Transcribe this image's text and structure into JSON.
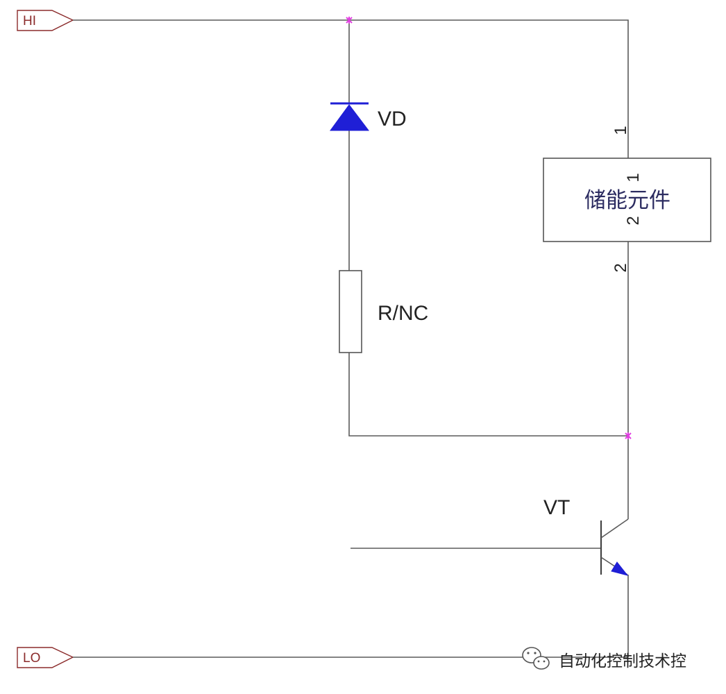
{
  "ports": {
    "hi_label": "HI",
    "lo_label": "LO"
  },
  "diode": {
    "label": "VD"
  },
  "resistor": {
    "label": "R/NC"
  },
  "storage_element": {
    "label": "储能元件",
    "pin_1_outer": "1",
    "pin_1_inner": "1",
    "pin_2_inner": "2",
    "pin_2_outer": "2"
  },
  "transistor": {
    "label": "VT"
  },
  "watermark": {
    "text": "自动化控制技术控",
    "icon": "wechat-icon"
  },
  "colors": {
    "wire": "#5a5a5a",
    "component_blue": "#1f1fd6",
    "junction": "#e23ee2",
    "port": "#8b2b2b",
    "box_text": "#2b2b60"
  }
}
